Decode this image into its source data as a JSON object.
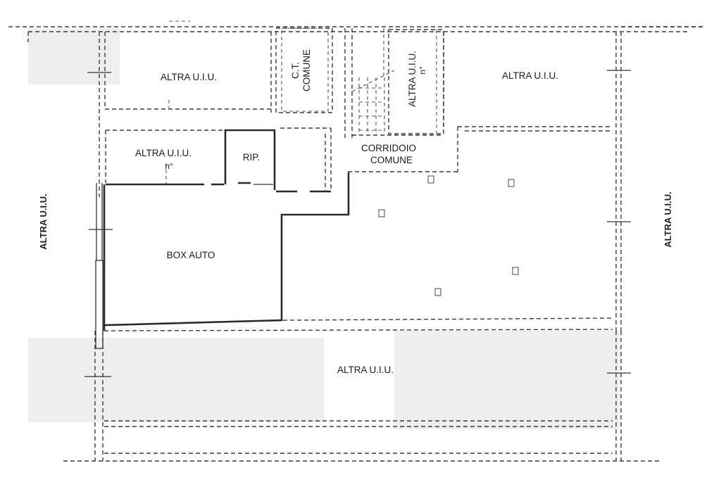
{
  "rooms": {
    "top_left": "ALTRA U.I.U.",
    "ct_comune_line1": "C.T.",
    "ct_comune_line2": "COMUNE",
    "top_middle_vertical": "ALTRA U.I.U.",
    "top_middle_vertical_suffix": "n°",
    "top_right": "ALTRA U.I.U.",
    "mid_left_line1": "ALTRA U.I.U.",
    "mid_left_line2": "n°",
    "rip": "RIP.",
    "corridoio_line1": "CORRIDOIO",
    "corridoio_line2": "COMUNE",
    "left_side_vertical": "ALTRA U.I.U.",
    "right_side_vertical": "ALTRA U.I.U.",
    "box_auto": "BOX AUTO",
    "bottom": "ALTRA U.I.U."
  },
  "colors": {
    "line": "#2a2a2a",
    "background": "#ffffff"
  }
}
